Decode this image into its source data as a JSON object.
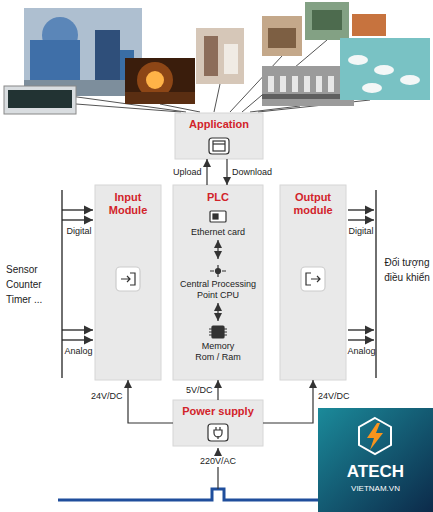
{
  "diagram": {
    "nodes": [
      {
        "text": [
          "Application"
        ]
      },
      {
        "text": [
          "Input Module"
        ]
      },
      {
        "text": [
          "PLC"
        ]
      },
      {
        "text": [
          "Ethernet card"
        ],
        "in": 2
      },
      {
        "text": [
          "Central Processing Point CPU"
        ],
        "in": 2
      },
      {
        "text": [
          "Memory Rom / Ram"
        ],
        "in": 2
      },
      {
        "text": [
          "Output module"
        ]
      },
      {
        "text": [
          "Power supply"
        ]
      }
    ],
    "edges": [
      {
        "from": 2,
        "to": 0,
        "label": "Upload",
        "arrow": "to"
      },
      {
        "from": 0,
        "to": 2,
        "label": "Download",
        "arrow": "to"
      },
      {
        "from": 3,
        "to": 4,
        "arrow": "both"
      },
      {
        "from": 4,
        "to": 5,
        "arrow": "both"
      },
      {
        "from": 7,
        "to": 1,
        "label": "24V/DC",
        "arrow": "to"
      },
      {
        "from": 7,
        "to": 2,
        "label": "5V/DC",
        "arrow": "to"
      },
      {
        "from": 7,
        "to": 6,
        "label": "24V/DC",
        "arrow": "to"
      }
    ],
    "labels": [
      "Digital",
      "Analog",
      "Digital",
      "Analog",
      "Sensor Counter Timer ...",
      "Đối tượng điều khiển",
      "220V/AC",
      "ATECH",
      "VIETNAM.VN"
    ]
  }
}
